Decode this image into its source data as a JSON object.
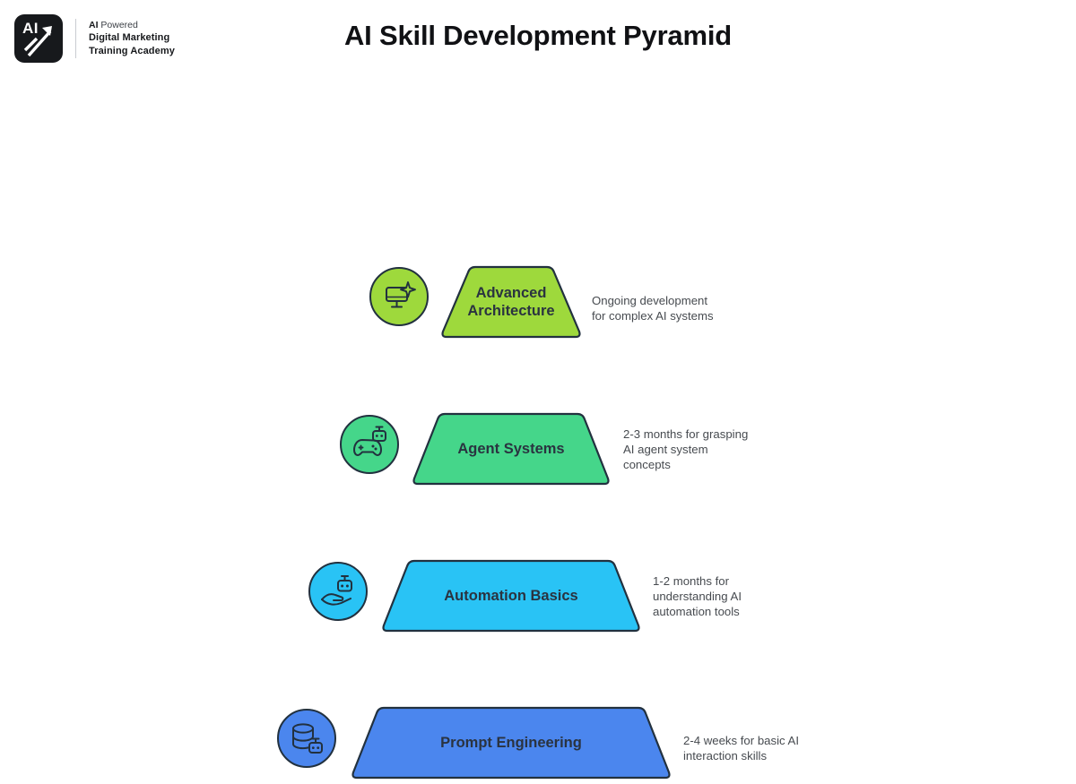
{
  "brand": {
    "mark_text": "AI",
    "mark_icon": "upward-arrow-icon",
    "line1_bold": "AI",
    "line1_rest": " Powered",
    "line2": "Digital Marketing",
    "line3": "Training Academy"
  },
  "header": {
    "title": "AI Skill Development Pyramid"
  },
  "chart_data": {
    "type": "pyramid",
    "title": "AI Skill Development Pyramid",
    "tiers": [
      {
        "level": 4,
        "label": "Advanced Architecture",
        "label_lines": [
          "Advanced",
          "Architecture"
        ],
        "description": "Ongoing development for complex AI systems",
        "description_lines": [
          "Ongoing development",
          "for complex AI systems"
        ],
        "duration": "Ongoing",
        "color": "#9ed93c",
        "icon": "monitor-sparkle-icon"
      },
      {
        "level": 3,
        "label": "Agent Systems",
        "label_lines": [
          "Agent Systems"
        ],
        "description": "2-3 months for grasping AI agent system concepts",
        "description_lines": [
          "2-3 months for grasping",
          "AI agent system",
          "concepts"
        ],
        "duration": "2-3 months",
        "color": "#45d68a",
        "icon": "gamepad-robot-icon"
      },
      {
        "level": 2,
        "label": "Automation Basics",
        "label_lines": [
          "Automation Basics"
        ],
        "description": "1-2 months for understanding AI automation tools",
        "description_lines": [
          "1-2 months for",
          "understanding AI",
          "automation tools"
        ],
        "duration": "1-2 months",
        "color": "#29c3f5",
        "icon": "hand-robot-icon"
      },
      {
        "level": 1,
        "label": "Prompt Engineering",
        "label_lines": [
          "Prompt Engineering"
        ],
        "description": "2-4 weeks for basic AI interaction skills",
        "description_lines": [
          "2-4 weeks for basic AI",
          "interaction skills"
        ],
        "duration": "2-4 weeks",
        "color": "#4b86ee",
        "icon": "database-robot-icon"
      }
    ],
    "stroke_color": "#22313f",
    "label_color": "#2a3340",
    "description_color": "#474b50",
    "background": "#ffffff"
  }
}
